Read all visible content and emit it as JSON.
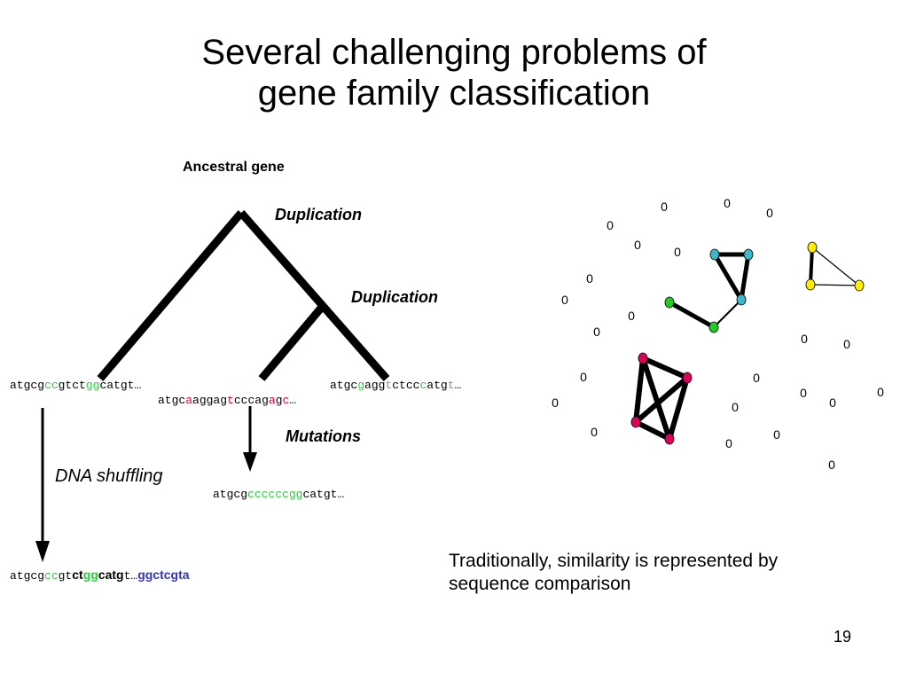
{
  "title": {
    "line1": "Several challenging problems of",
    "line2": "gene family classification"
  },
  "tree": {
    "ancestral_label": "Ancestral gene",
    "duplication_1": "Duplication",
    "duplication_2": "Duplication",
    "mutations_label": "Mutations",
    "dna_shuffling_label": "DNA shuffling"
  },
  "sequences": {
    "left": [
      {
        "t": "atgcg",
        "c": "#000000"
      },
      {
        "t": "cc",
        "c": "#2ecc40"
      },
      {
        "t": "gtct",
        "c": "#000000"
      },
      {
        "t": "gg",
        "c": "#2ecc40"
      },
      {
        "t": "catgt…",
        "c": "#000000"
      }
    ],
    "middle": [
      {
        "t": "atgc",
        "c": "#000000"
      },
      {
        "t": "a",
        "c": "#e0004d"
      },
      {
        "t": "aggag",
        "c": "#000000"
      },
      {
        "t": "t",
        "c": "#e0004d"
      },
      {
        "t": "cccag",
        "c": "#000000"
      },
      {
        "t": "a",
        "c": "#e0004d"
      },
      {
        "t": "g",
        "c": "#000000"
      },
      {
        "t": "c",
        "c": "#e0004d"
      },
      {
        "t": "…",
        "c": "#000000"
      }
    ],
    "right": [
      {
        "t": "atgc",
        "c": "#000000"
      },
      {
        "t": "g",
        "c": "#2ecc40"
      },
      {
        "t": "agg",
        "c": "#000000"
      },
      {
        "t": "t",
        "c": "#2ecc40"
      },
      {
        "t": "ctcc",
        "c": "#000000"
      },
      {
        "t": "c",
        "c": "#2ecc40"
      },
      {
        "t": "atg",
        "c": "#000000"
      },
      {
        "t": "t",
        "c": "#2ecc40"
      },
      {
        "t": "…",
        "c": "#000000"
      }
    ],
    "mutated": [
      {
        "t": "atgcg",
        "c": "#000000"
      },
      {
        "t": "ccccccgg",
        "c": "#2ecc40"
      },
      {
        "t": "catgt…",
        "c": "#000000"
      }
    ],
    "shuffled": [
      {
        "t": "atgcg",
        "c": "#000000"
      },
      {
        "t": "cc",
        "c": "#2ecc40"
      },
      {
        "t": "gt",
        "c": "#000000"
      },
      {
        "t": "ct",
        "c": "#000000",
        "b": true
      },
      {
        "t": "gg",
        "c": "#2ecc40",
        "b": true
      },
      {
        "t": "catg",
        "c": "#000000",
        "b": true
      },
      {
        "t": "t…",
        "c": "#000000"
      },
      {
        "t": "ggctcgta",
        "c": "#3333bb",
        "b": true
      }
    ]
  },
  "caption": {
    "line1": "Traditionally,  similarity is represented by",
    "line2": "sequence comparison"
  },
  "page_number": "19",
  "network": {
    "isolated_label": "0",
    "colors": {
      "cyan": "#3cb8c8",
      "green": "#22cc22",
      "yellow": "#ffee00",
      "magenta": "#e0005a"
    },
    "components": [
      {
        "name": "cyan-triangle-green-chain",
        "color_keys": [
          "cyan",
          "cyan",
          "cyan",
          "green",
          "green"
        ]
      },
      {
        "name": "yellow-triangle",
        "color_keys": [
          "yellow",
          "yellow",
          "yellow"
        ]
      },
      {
        "name": "magenta-quad",
        "color_keys": [
          "magenta",
          "magenta",
          "magenta",
          "magenta"
        ]
      }
    ]
  }
}
